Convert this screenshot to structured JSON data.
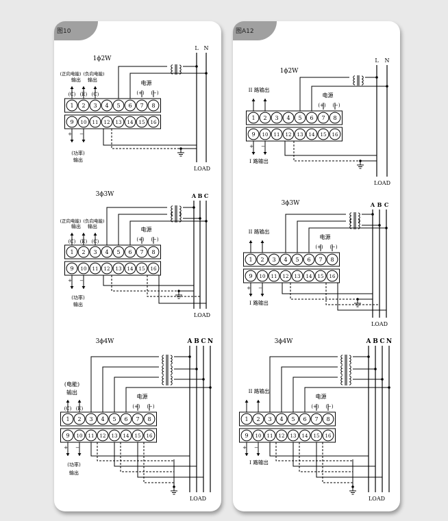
{
  "left": {
    "tab": "图10",
    "s1": {
      "title": "1ϕ2W",
      "phases": [
        "L",
        "N"
      ],
      "top_labels": [
        "(正向电能)",
        "(负向电能)"
      ],
      "io1": "输出",
      "io2": "输出",
      "ce": [
        "(C)",
        "(E)",
        "(C)"
      ],
      "power": "电源",
      "plus": "(+)",
      "minus": "(−)",
      "sign_plus": "+",
      "sign_minus": "−",
      "bot1": "(功率)",
      "bot2": "输出",
      "load": "LOAD"
    },
    "s2": {
      "title": "3ϕ3W",
      "phases": [
        "A",
        "B",
        "C"
      ],
      "top_labels": [
        "(正向电能)",
        "(负向电能)"
      ],
      "io1": "输出",
      "io2": "输出",
      "ce": [
        "(C)",
        "(E)",
        "(C)"
      ],
      "power": "电源",
      "plus": "(+)",
      "minus": "(−)",
      "sign_plus": "+",
      "sign_minus": "−",
      "bot1": "(功率)",
      "bot2": "输出",
      "load": "LOAD"
    },
    "s3": {
      "title": "3ϕ4W",
      "phases": [
        "A",
        "B",
        "C",
        "N"
      ],
      "top1": "(电能)",
      "top2": "输出",
      "ce": [
        "(C)",
        "(E)"
      ],
      "power": "电源",
      "plus": "(+)",
      "minus": "(−)",
      "sign_plus": "+",
      "sign_minus": "−",
      "bot1": "(功率)",
      "bot2": "输出",
      "load": "LOAD"
    }
  },
  "right": {
    "tab": "图A12",
    "s1": {
      "title": "1ϕ2W",
      "phases": [
        "L",
        "N"
      ],
      "out_top": "II 路输出",
      "out_bot": "I 路输出",
      "power": "电源",
      "plus": "(+)",
      "minus": "(−)",
      "sign_plus": "+",
      "sign_minus": "−",
      "load": "LOAD"
    },
    "s2": {
      "title": "3ϕ3W",
      "phases": [
        "A",
        "B",
        "C"
      ],
      "out_top": "II 路输出",
      "out_bot": "I 路输出",
      "power": "电源",
      "plus": "(+)",
      "minus": "(−)",
      "sign_plus": "+",
      "sign_minus": "−",
      "load": "LOAD"
    },
    "s3": {
      "title": "3ϕ4W",
      "phases": [
        "A",
        "B",
        "C",
        "N"
      ],
      "out_top": "II 路输出",
      "out_bot": "I 路输出",
      "power": "电源",
      "plus": "(+)",
      "minus": "(−)",
      "sign_plus": "+",
      "sign_minus": "−",
      "load": "LOAD"
    }
  },
  "terminals_top": [
    "1",
    "2",
    "3",
    "4",
    "5",
    "6",
    "7",
    "8"
  ],
  "terminals_bottom": [
    "9",
    "10",
    "11",
    "12",
    "13",
    "14",
    "15",
    "16"
  ]
}
